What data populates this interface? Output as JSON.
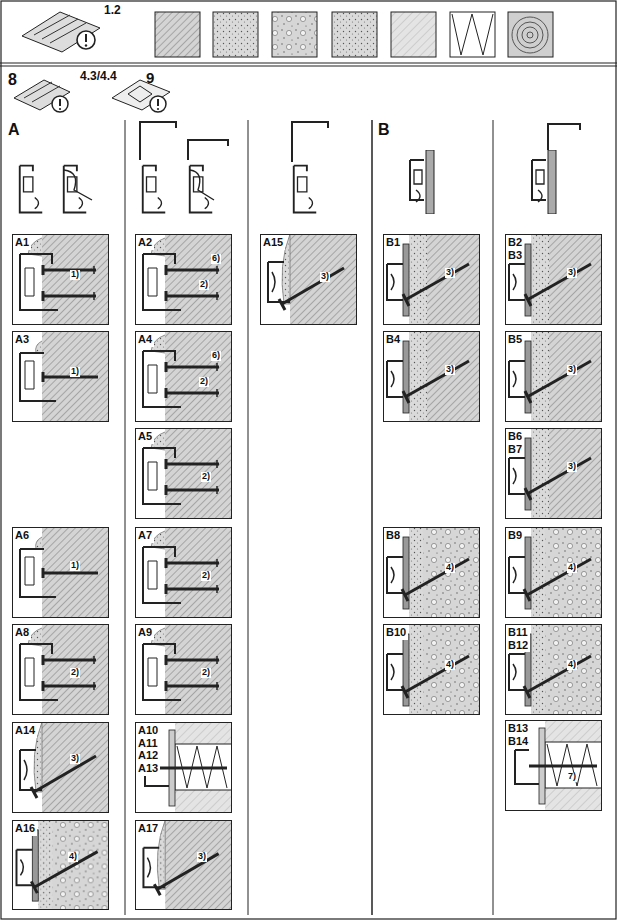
{
  "diagram": {
    "nodes": [
      {
        "text": [
          "A1",
          "1)"
        ]
      },
      {
        "text": [
          "A3",
          "1)"
        ]
      },
      {
        "text": [
          "A6",
          "1)"
        ]
      },
      {
        "text": [
          "A8",
          "2)"
        ]
      },
      {
        "text": [
          "A14",
          "3)"
        ]
      },
      {
        "text": [
          "A16",
          "4)"
        ]
      },
      {
        "text": [
          "A2",
          "6)",
          "2)"
        ]
      },
      {
        "text": [
          "A4",
          "6)",
          "2)"
        ]
      },
      {
        "text": [
          "A5",
          "2)"
        ]
      },
      {
        "text": [
          "A7",
          "2)"
        ]
      },
      {
        "text": [
          "A9",
          "2)"
        ]
      },
      {
        "text": [
          "A10 A11 A12 A13"
        ]
      },
      {
        "text": [
          "A17",
          "3)"
        ]
      },
      {
        "text": [
          "A15",
          "3)"
        ]
      },
      {
        "text": [
          "B1",
          "3)"
        ]
      },
      {
        "text": [
          "B4",
          "3)"
        ]
      },
      {
        "text": [
          "B8",
          "4)"
        ]
      },
      {
        "text": [
          "B10",
          "4)"
        ]
      },
      {
        "text": [
          "B2 B3",
          "3)"
        ]
      },
      {
        "text": [
          "B5",
          "3)"
        ]
      },
      {
        "text": [
          "B6 B7",
          "3)"
        ]
      },
      {
        "text": [
          "B9",
          "4)"
        ]
      },
      {
        "text": [
          "B11 B12",
          "4)"
        ]
      },
      {
        "text": [
          "B13 B14",
          "7)"
        ]
      }
    ],
    "labels": [
      "1.2",
      "8",
      "4.3/4.4",
      "9",
      "A",
      "B"
    ]
  }
}
